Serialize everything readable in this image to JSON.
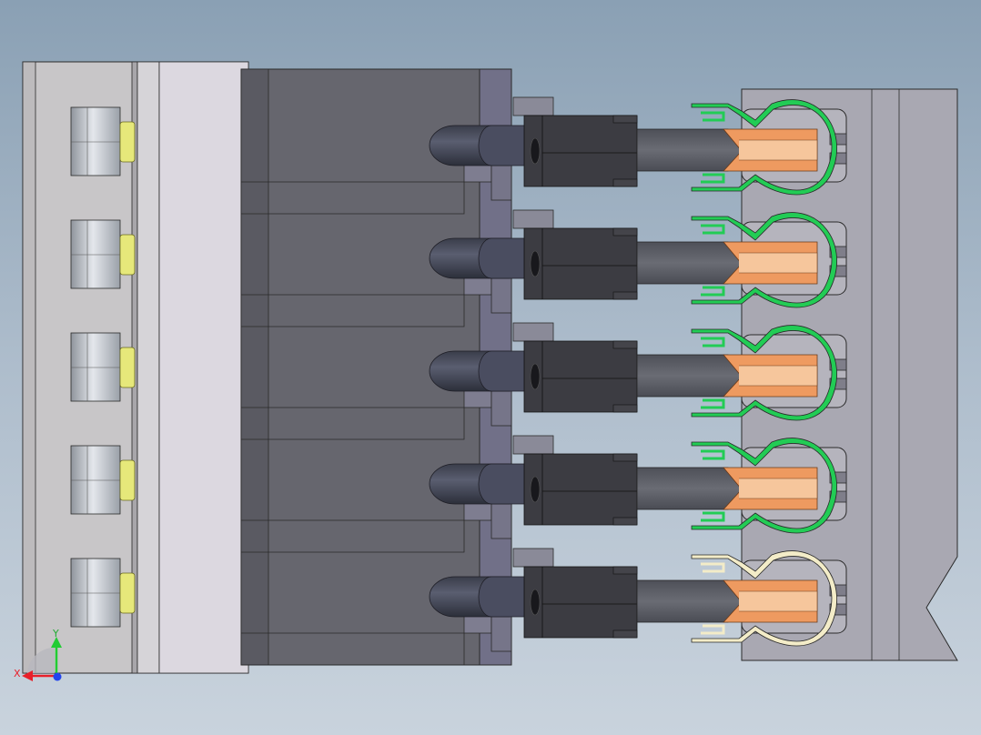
{
  "viewport": {
    "background_top": "#8aa0b4",
    "background_bottom": "#c9d3dd"
  },
  "assembly": {
    "terminal_count": 5,
    "clip_colors": [
      "#22cc55",
      "#22cc55",
      "#22cc55",
      "#22cc55",
      "#f3ecc8"
    ],
    "pin_color": "#ee9a60",
    "screw_tip_color": "#e6e87a",
    "housing_color": "#66666e"
  },
  "triad": {
    "x_label": "X",
    "y_label": "Y",
    "x_color": "#e8202a",
    "y_color": "#22cc33",
    "z_color": "#2244ee"
  }
}
